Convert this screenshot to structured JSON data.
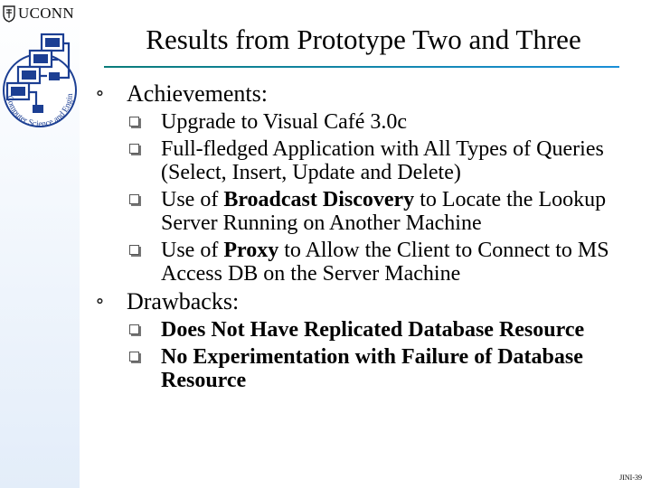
{
  "brand": {
    "uconn_text": "UCONN",
    "dept_text": "Computer Science and Engineering"
  },
  "slide": {
    "title": "Results from Prototype Two and Three",
    "sections": [
      {
        "heading": "Achievements:",
        "items": [
          {
            "parts": [
              {
                "text": "Upgrade to Visual Café 3.0c",
                "bold": false
              }
            ]
          },
          {
            "parts": [
              {
                "text": "Full-fledged Application with All Types of Queries (Select, Insert, Update and Delete)",
                "bold": false
              }
            ]
          },
          {
            "parts": [
              {
                "text": "Use of ",
                "bold": false
              },
              {
                "text": "Broadcast Discovery",
                "bold": true
              },
              {
                "text": " to Locate the Lookup Server Running on Another Machine",
                "bold": false
              }
            ]
          },
          {
            "parts": [
              {
                "text": "Use of ",
                "bold": false
              },
              {
                "text": "Proxy",
                "bold": true
              },
              {
                "text": " to Allow the Client to Connect to MS Access DB on the Server Machine",
                "bold": false
              }
            ]
          }
        ]
      },
      {
        "heading": "Drawbacks:",
        "items": [
          {
            "parts": [
              {
                "text": "Does Not Have Replicated Database Resource",
                "bold": true
              }
            ]
          },
          {
            "parts": [
              {
                "text": "No Experimentation with Failure of Database Resource",
                "bold": true
              }
            ]
          }
        ]
      }
    ]
  },
  "footer": {
    "page_label": "JINI-39"
  }
}
